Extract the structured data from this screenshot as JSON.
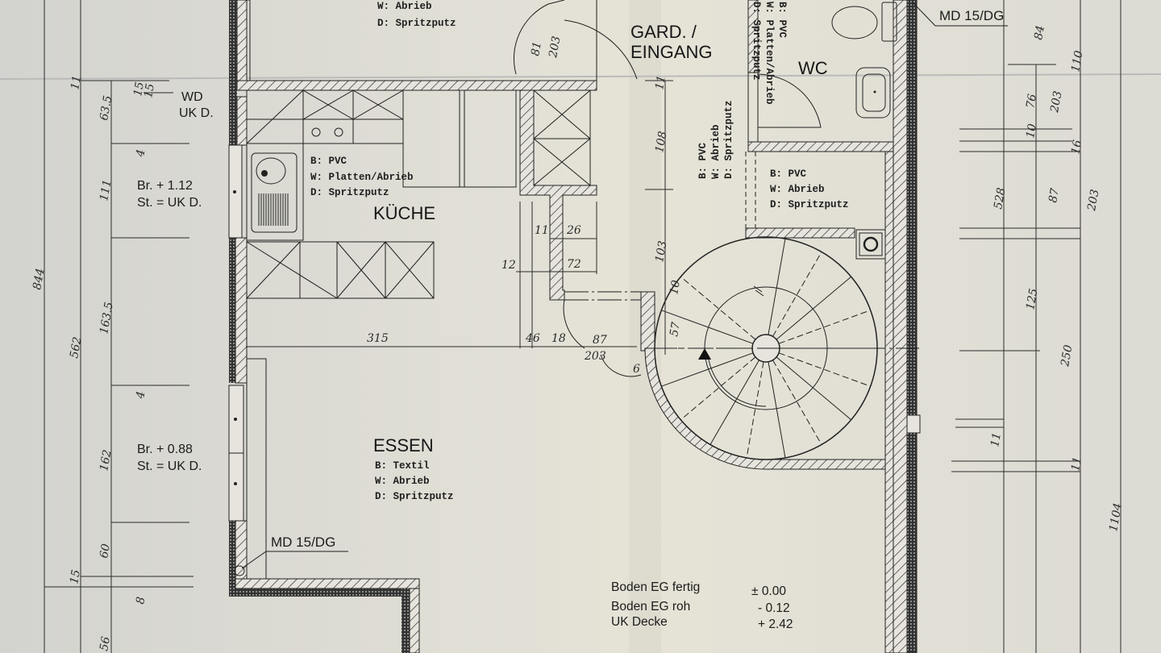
{
  "title": "",
  "rooms": {
    "top_room": {
      "specs": [
        "W: Abrieb",
        "D: Spritzputz"
      ]
    },
    "garderobe": {
      "name_line1": "GARD. /",
      "name_line2": "EINGANG",
      "specs": [
        "B: PVC",
        "W: Abrieb",
        "D: Spritzputz"
      ]
    },
    "wc": {
      "name": "WC",
      "specs": [
        "B: PVC",
        "W: Platten/Abrieb",
        "D: Spritzputz"
      ]
    },
    "hall": {
      "specs": [
        "B: PVC",
        "W: Abrieb",
        "D: Spritzputz"
      ]
    },
    "kueche": {
      "name": "KÜCHE",
      "specs": [
        "B: PVC",
        "W: Platten/Abrieb",
        "D: Spritzputz"
      ]
    },
    "essen": {
      "name": "ESSEN",
      "specs": [
        "B: Textil",
        "W: Abrieb",
        "D: Spritzputz"
      ]
    }
  },
  "annotations": {
    "md_top": "MD 15/DG",
    "md_bottom": "MD 15/DG",
    "wd_line1": "WD",
    "wd_line2": "UK D.",
    "window1_line1": "Br. + 1.12",
    "window1_line2": "St. = UK D.",
    "window2_line1": "Br. + 0.88",
    "window2_line2": "St. = UK D."
  },
  "levels": [
    {
      "label": "Boden EG fertig",
      "value": "± 0.00"
    },
    {
      "label": "Boden EG roh",
      "value": "- 0.12"
    },
    {
      "label": "UK Decke",
      "value": "+ 2.42"
    }
  ],
  "dimensions": {
    "left": [
      "11",
      "63.5",
      "15",
      "15",
      "111",
      "4",
      "163.5",
      "844",
      "562",
      "4",
      "162",
      "60",
      "15",
      "8",
      "56"
    ],
    "kitchen": [
      "315",
      "46",
      "18",
      "87",
      "203",
      "6",
      "11",
      "26",
      "12",
      "72",
      "81",
      "203"
    ],
    "entry": [
      "108",
      "103",
      "10",
      "57",
      "11"
    ],
    "right": [
      "84",
      "110",
      "76",
      "203",
      "10",
      "16",
      "528",
      "87",
      "203",
      "125",
      "250",
      "11",
      "11",
      "1104"
    ]
  }
}
